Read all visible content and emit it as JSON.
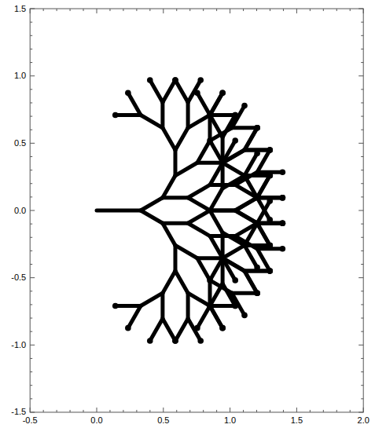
{
  "diagram": {
    "labels": [
      "1.5",
      "1.0",
      "0.5",
      "0.0",
      "-0.5",
      "-1.0",
      "-1.5",
      "-0.5",
      "0.0",
      "0.5",
      "1.0",
      "1.5",
      "2.0"
    ]
  }
}
